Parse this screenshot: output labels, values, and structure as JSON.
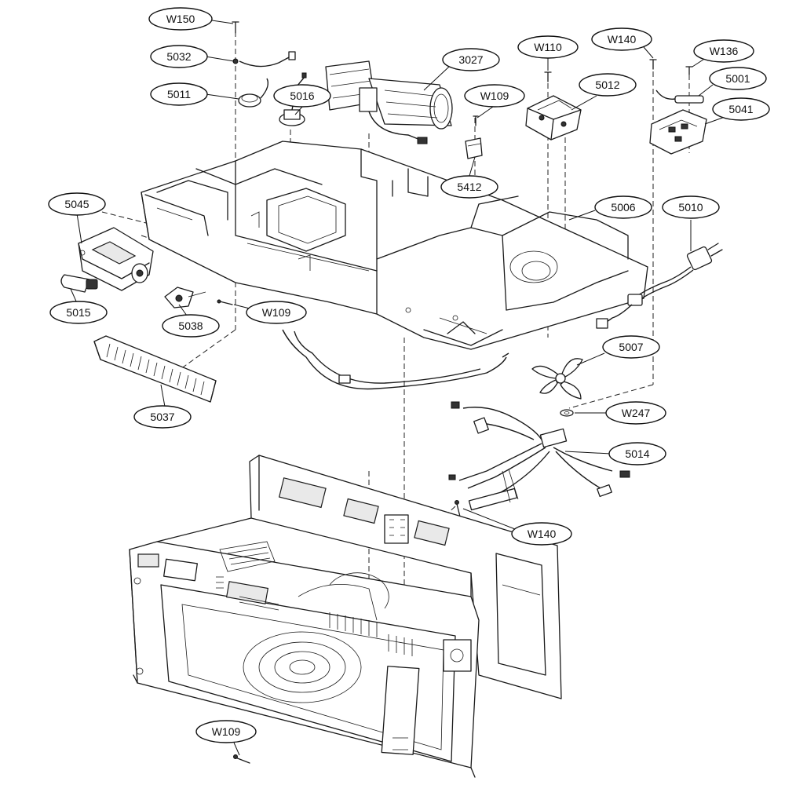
{
  "callouts": [
    {
      "id": "w150",
      "label": "W150"
    },
    {
      "id": "5032",
      "label": "5032"
    },
    {
      "id": "5011",
      "label": "5011"
    },
    {
      "id": "5016",
      "label": "5016"
    },
    {
      "id": "3027",
      "label": "3027"
    },
    {
      "id": "w109a",
      "label": "W109"
    },
    {
      "id": "w110",
      "label": "W110"
    },
    {
      "id": "5012",
      "label": "5012"
    },
    {
      "id": "w140a",
      "label": "W140"
    },
    {
      "id": "w136",
      "label": "W136"
    },
    {
      "id": "5001",
      "label": "5001"
    },
    {
      "id": "5041",
      "label": "5041"
    },
    {
      "id": "5412",
      "label": "5412"
    },
    {
      "id": "5006",
      "label": "5006"
    },
    {
      "id": "5010",
      "label": "5010"
    },
    {
      "id": "5045",
      "label": "5045"
    },
    {
      "id": "5015",
      "label": "5015"
    },
    {
      "id": "5038",
      "label": "5038"
    },
    {
      "id": "w109b",
      "label": "W109"
    },
    {
      "id": "5037",
      "label": "5037"
    },
    {
      "id": "5007",
      "label": "5007"
    },
    {
      "id": "w247",
      "label": "W247"
    },
    {
      "id": "5014",
      "label": "5014"
    },
    {
      "id": "w140b",
      "label": "W140"
    },
    {
      "id": "w109c",
      "label": "W109"
    }
  ]
}
